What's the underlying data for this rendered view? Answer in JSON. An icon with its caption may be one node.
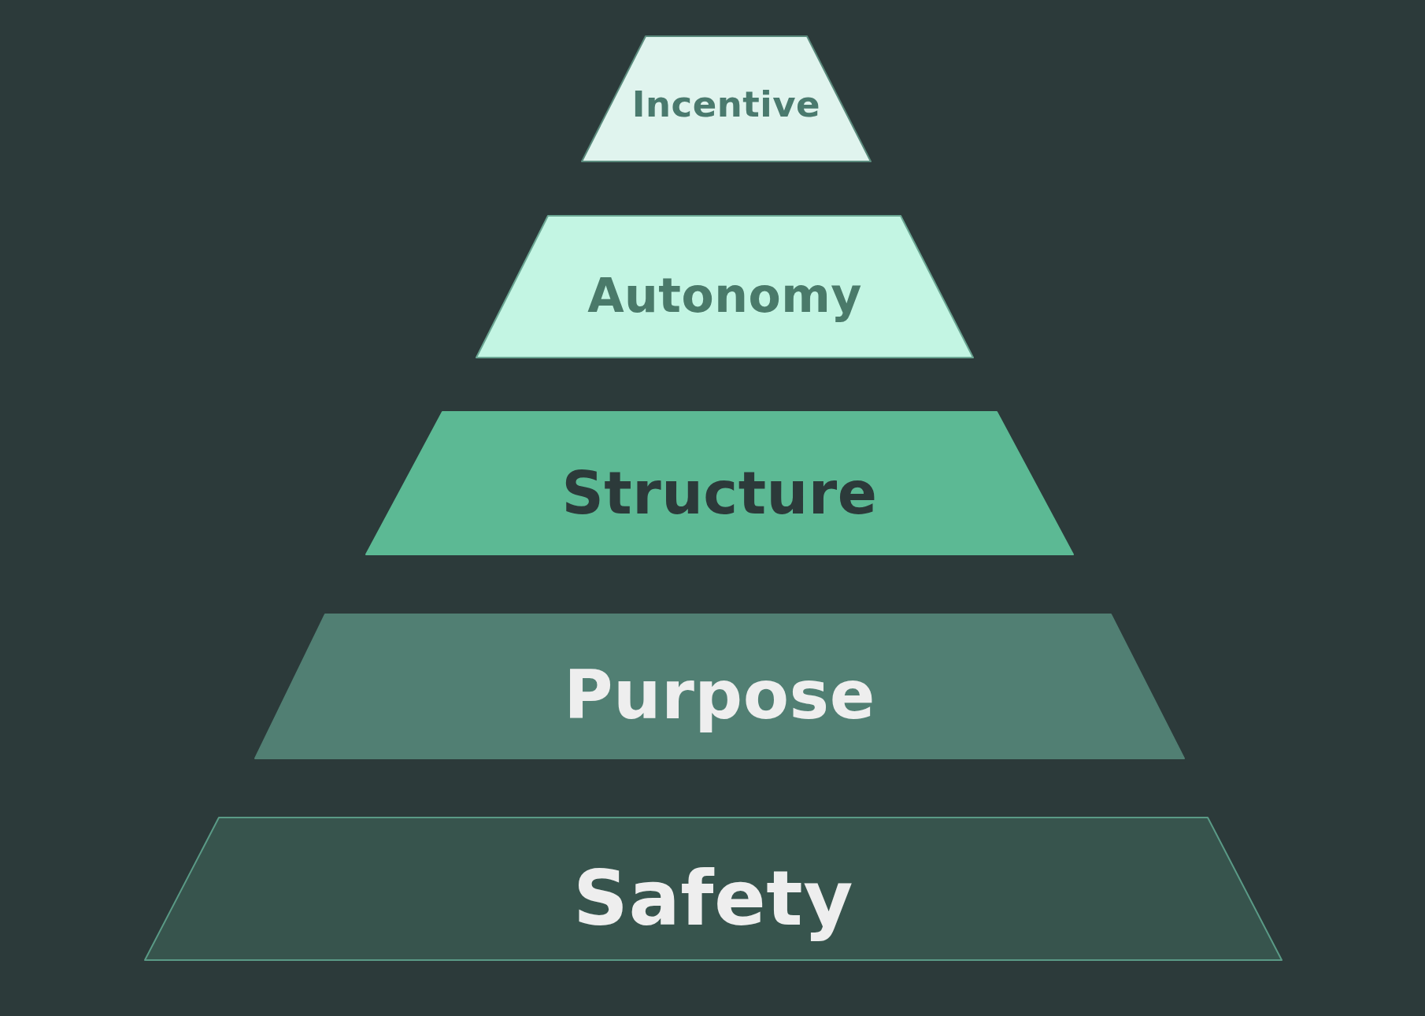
{
  "diagram": {
    "nodes": [
      {
        "text": [
          "Incentive"
        ]
      },
      {
        "text": [
          "Autonomy"
        ]
      },
      {
        "text": [
          "Structure"
        ]
      },
      {
        "text": [
          "Purpose"
        ]
      },
      {
        "text": [
          "Safety"
        ]
      }
    ]
  }
}
